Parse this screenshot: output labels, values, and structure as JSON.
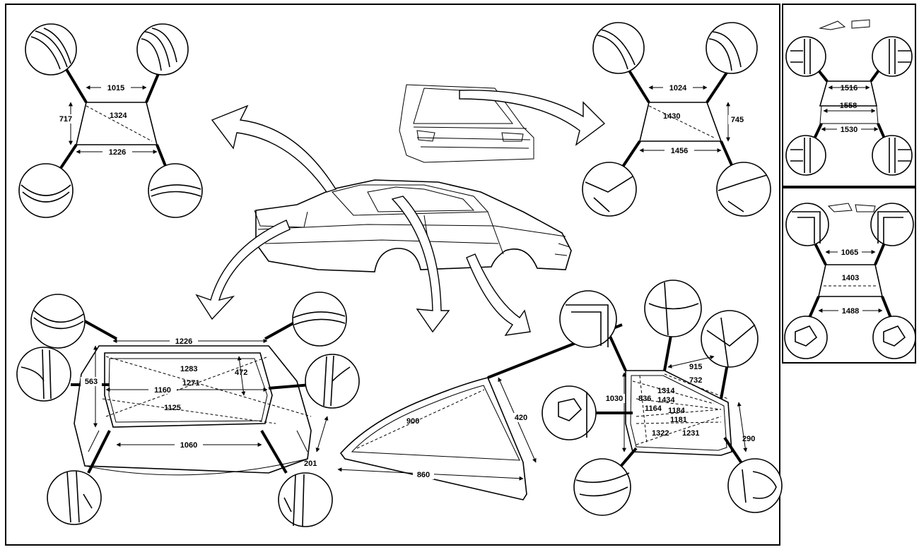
{
  "windscreen_front": {
    "top": "1015",
    "diag": "1324",
    "side": "717",
    "bottom": "1226"
  },
  "windscreen_right": {
    "top": "1024",
    "diag": "1430",
    "side": "745",
    "bottom": "1456"
  },
  "rear_opening": {
    "top": "1226",
    "d1": "1283",
    "d2": "472",
    "d3": "1271",
    "w": "1160",
    "d4": "1125",
    "side": "563",
    "bottom": "1060",
    "corner": "201"
  },
  "quarter_glass": {
    "diag": "900",
    "side": "420",
    "bottom": "860"
  },
  "door_opening": {
    "a": "915",
    "b": "732",
    "c": "836",
    "d": "1314",
    "e": "1030",
    "f": "1434",
    "g": "1164",
    "h": "1184",
    "i": "1181",
    "j": "1322",
    "k": "1231",
    "l": "290"
  },
  "inset_top": {
    "a": "1516",
    "b": "1558",
    "c": "1530"
  },
  "inset_bottom": {
    "a": "1065",
    "b": "1403",
    "c": "1488"
  }
}
